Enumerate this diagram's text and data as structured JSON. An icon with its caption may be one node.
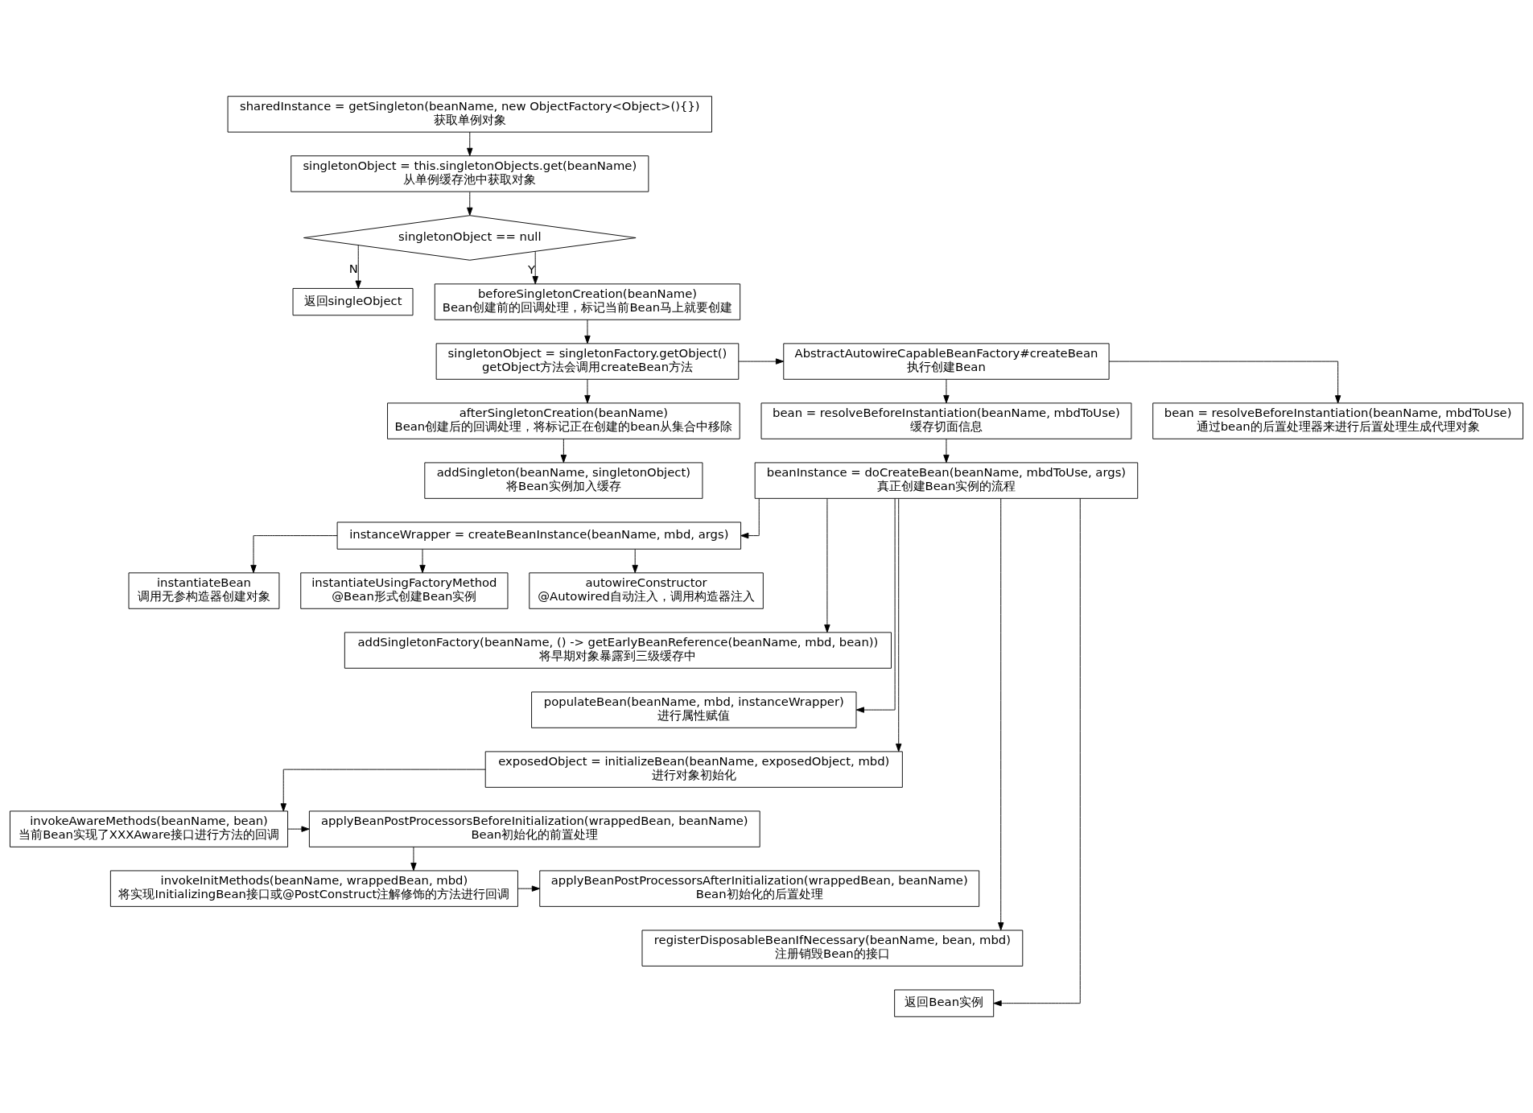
{
  "diagram": {
    "nodes": [
      {
        "text": [
          "sharedInstance = getSingleton(beanName, new ObjectFactory<Object>(){})",
          "获取单例对象"
        ]
      },
      {
        "text": [
          "singletonObject = this.singletonObjects.get(beanName)",
          "从单例缓存池中获取对象"
        ]
      },
      {
        "text": [
          "singletonObject == null"
        ]
      },
      {
        "text": [
          "返回singleObject"
        ]
      },
      {
        "text": [
          "beforeSingletonCreation(beanName)",
          "Bean创建前的回调处理，标记当前Bean马上就要创建"
        ]
      },
      {
        "text": [
          "singletonObject = singletonFactory.getObject()",
          "getObject方法会调用createBean方法"
        ]
      },
      {
        "text": [
          "afterSingletonCreation(beanName)",
          "Bean创建后的回调处理，将标记正在创建的bean从集合中移除"
        ]
      },
      {
        "text": [
          "addSingleton(beanName, singletonObject)",
          "将Bean实例加入缓存"
        ]
      },
      {
        "text": [
          "AbstractAutowireCapableBeanFactory#createBean",
          "执行创建Bean"
        ]
      },
      {
        "text": [
          "bean = resolveBeforeInstantiation(beanName, mbdToUse)",
          "通过bean的后置处理器来进行后置处理生成代理对象"
        ]
      },
      {
        "text": [
          "bean = resolveBeforeInstantiation(beanName, mbdToUse)",
          "缓存切面信息"
        ]
      },
      {
        "text": [
          "beanInstance = doCreateBean(beanName, mbdToUse, args)",
          "真正创建Bean实例的流程"
        ]
      },
      {
        "text": [
          "instanceWrapper = createBeanInstance(beanName, mbd, args)"
        ]
      },
      {
        "text": [
          "instantiateUsingFactoryMethod",
          "@Bean形式创建Bean实例"
        ]
      },
      {
        "text": [
          "autowireConstructor",
          "@Autowired自动注入，调用构造器注入"
        ]
      },
      {
        "text": [
          "instantiateBean",
          "调用无参构造器创建对象"
        ]
      },
      {
        "text": [
          "addSingletonFactory(beanName, () -> getEarlyBeanReference(beanName, mbd, bean))",
          "将早期对象暴露到三级缓存中"
        ]
      },
      {
        "text": [
          "populateBean(beanName, mbd, instanceWrapper)",
          "进行属性赋值"
        ]
      },
      {
        "text": [
          "exposedObject = initializeBean(beanName, exposedObject, mbd)",
          "进行对象初始化"
        ]
      },
      {
        "text": [
          "invokeAwareMethods(beanName, bean)",
          "当前Bean实现了XXXAware接口进行方法的回调"
        ]
      },
      {
        "text": [
          "applyBeanPostProcessorsBeforeInitialization(wrappedBean, beanName)",
          "Bean初始化的前置处理"
        ]
      },
      {
        "text": [
          "invokeInitMethods(beanName, wrappedBean, mbd)",
          "将实现InitializingBean接口或@PostConstruct注解修饰的方法进行回调"
        ]
      },
      {
        "text": [
          "applyBeanPostProcessorsAfterInitialization(wrappedBean, beanName)",
          "Bean初始化的后置处理"
        ]
      },
      {
        "text": [
          "registerDisposableBeanIfNecessary(beanName, bean, mbd)",
          "注册销毁Bean的接口"
        ]
      },
      {
        "text": [
          "返回Bean实例"
        ]
      }
    ],
    "edges": [
      {
        "from": 0,
        "to": 1,
        "arrow": "to"
      },
      {
        "from": 1,
        "to": 2,
        "arrow": "to"
      },
      {
        "from": 2,
        "to": 3,
        "arrow": "to",
        "label": "N"
      },
      {
        "from": 2,
        "to": 4,
        "arrow": "to",
        "label": "Y"
      },
      {
        "from": 4,
        "to": 5,
        "arrow": "to"
      },
      {
        "from": 5,
        "to": 6,
        "arrow": "to"
      },
      {
        "from": 6,
        "to": 7,
        "arrow": "to"
      },
      {
        "from": 5,
        "to": 8,
        "arrow": "to"
      },
      {
        "from": 8,
        "to": 9,
        "arrow": "to"
      },
      {
        "from": 8,
        "to": 10,
        "arrow": "to"
      },
      {
        "from": 10,
        "to": 11,
        "arrow": "to"
      },
      {
        "from": 11,
        "to": 12,
        "arrow": "to"
      },
      {
        "from": 12,
        "to": 13,
        "arrow": "to"
      },
      {
        "from": 12,
        "to": 14,
        "arrow": "to"
      },
      {
        "from": 12,
        "to": 15,
        "arrow": "to"
      },
      {
        "from": 11,
        "to": 16,
        "arrow": "to"
      },
      {
        "from": 11,
        "to": 17,
        "arrow": "to"
      },
      {
        "from": 11,
        "to": 18,
        "arrow": "to"
      },
      {
        "from": 18,
        "to": 19,
        "arrow": "to"
      },
      {
        "from": 19,
        "to": 20,
        "arrow": "to"
      },
      {
        "from": 20,
        "to": 21,
        "arrow": "to"
      },
      {
        "from": 21,
        "to": 22,
        "arrow": "to"
      },
      {
        "from": 11,
        "to": 23,
        "arrow": "to"
      },
      {
        "from": 11,
        "to": 24,
        "arrow": "to"
      }
    ]
  }
}
